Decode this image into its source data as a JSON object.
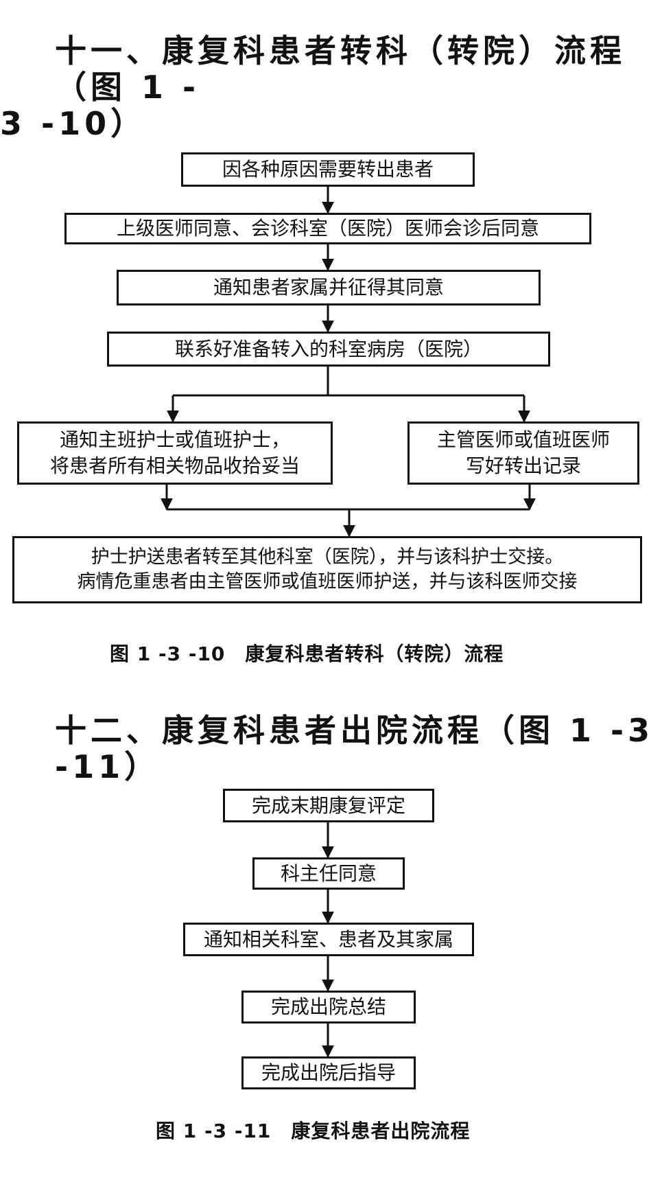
{
  "section1": {
    "heading_line1": "十一、康复科患者转科（转院）流程（图 1 -",
    "heading_line2": "3 -10）",
    "flow": {
      "step1": "因各种原因需要转出患者",
      "step2": "上级医师同意、会诊科室（医院）医师会诊后同意",
      "step3": "通知患者家属并征得其同意",
      "step4": "联系好准备转入的科室病房（医院）",
      "step5_left_line1": "通知主班护士或值班护士，",
      "step5_left_line2": "将患者所有相关物品收拾妥当",
      "step5_right_line1": "主管医师或值班医师",
      "step5_right_line2": "写好转出记录",
      "step6_line1": "护士护送患者转至其他科室（医院），并与该科护士交接。",
      "step6_line2": "病情危重患者由主管医师或值班医师护送，并与该科医师交接"
    },
    "caption": "图 1 -3 -10　康复科患者转科（转院）流程"
  },
  "section2": {
    "heading": "十二、康复科患者出院流程（图 1 -3 -11）",
    "flow": {
      "step1": "完成末期康复评定",
      "step2": "科主任同意",
      "step3": "通知相关科室、患者及其家属",
      "step4": "完成出院总结",
      "step5": "完成出院后指导"
    },
    "caption": "图 1 -3 -11　康复科患者出院流程"
  }
}
